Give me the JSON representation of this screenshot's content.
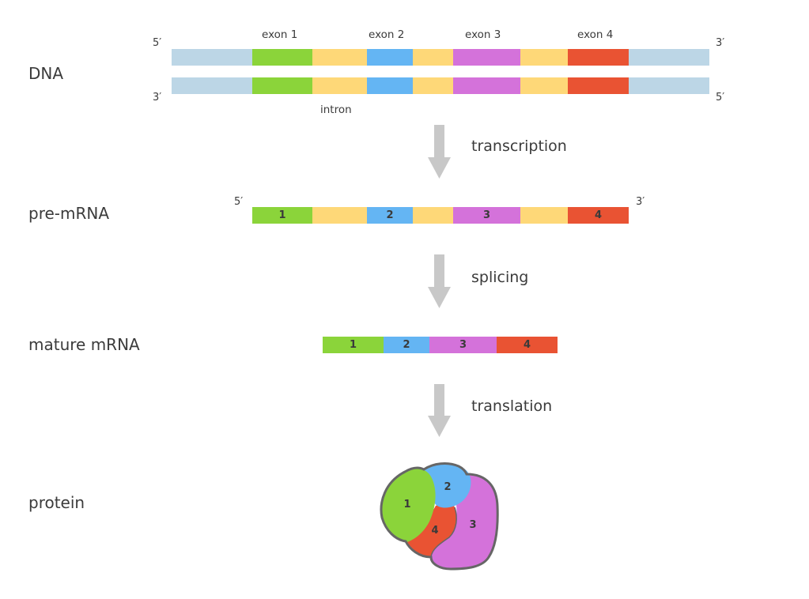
{
  "colors": {
    "flank": "#bcd6e6",
    "intron": "#fed878",
    "exon1": "#8bd43a",
    "exon2": "#64b5f3",
    "exon3": "#d472da",
    "exon4": "#e95333",
    "arrow": "#c8c8c8",
    "outline": "#666666"
  },
  "stages": {
    "dna": "DNA",
    "pre_mrna": "pre-mRNA",
    "mature_mrna": "mature mRNA",
    "protein": "protein"
  },
  "steps": {
    "transcription": "transcription",
    "splicing": "splicing",
    "translation": "translation"
  },
  "dna": {
    "exon_labels": [
      "exon 1",
      "exon 2",
      "exon 3",
      "exon 4"
    ],
    "intron_label": "intron",
    "top_left_end": "5′",
    "top_right_end": "3′",
    "bottom_left_end": "3′",
    "bottom_right_end": "5′",
    "segments": [
      "flank",
      "exon1",
      "intron",
      "exon2",
      "intron",
      "exon3",
      "intron",
      "exon4",
      "flank"
    ]
  },
  "pre_mrna": {
    "left_end": "5′",
    "right_end": "3′",
    "segments": [
      {
        "type": "exon1",
        "label": "1"
      },
      {
        "type": "intron",
        "label": ""
      },
      {
        "type": "exon2",
        "label": "2"
      },
      {
        "type": "intron",
        "label": ""
      },
      {
        "type": "exon3",
        "label": "3"
      },
      {
        "type": "intron",
        "label": ""
      },
      {
        "type": "exon4",
        "label": "4"
      }
    ]
  },
  "mature_mrna": {
    "segments": [
      {
        "type": "exon1",
        "label": "1"
      },
      {
        "type": "exon2",
        "label": "2"
      },
      {
        "type": "exon3",
        "label": "3"
      },
      {
        "type": "exon4",
        "label": "4"
      }
    ]
  },
  "protein": {
    "domains": [
      "1",
      "2",
      "3",
      "4"
    ]
  }
}
